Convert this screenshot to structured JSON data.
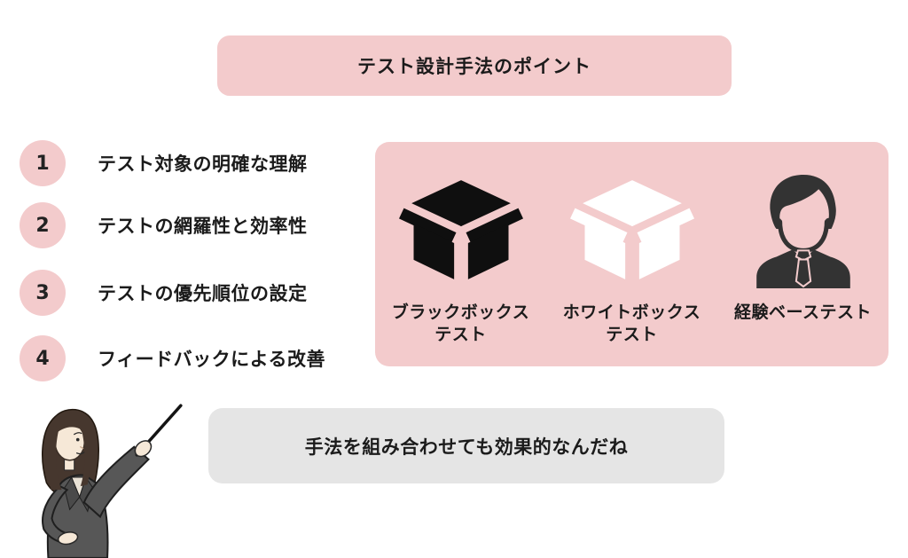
{
  "colors": {
    "accent_pink": "#f3cbcc",
    "bubble_gray": "#e5e5e5",
    "text": "#1b1b1b",
    "box_black": "#0f0f0f",
    "box_white": "#ffffff",
    "person_dark": "#333333"
  },
  "header": {
    "title": "テスト設計手法のポイント"
  },
  "points": [
    {
      "number": "1",
      "label": "テスト対象の明確な理解"
    },
    {
      "number": "2",
      "label": "テストの網羅性と効率性"
    },
    {
      "number": "3",
      "label": "テストの優先順位の設定"
    },
    {
      "number": "4",
      "label": "フィードバックによる改善"
    }
  ],
  "methods_panel": {
    "items": [
      {
        "icon": "open-box-black-icon",
        "label": "ブラックボックス\nテスト"
      },
      {
        "icon": "open-box-white-icon",
        "label": "ホワイトボックス\nテスト"
      },
      {
        "icon": "business-person-icon",
        "label": "経験ベーステスト"
      }
    ]
  },
  "speech_bubble": {
    "text": "手法を組み合わせても効果的なんだね"
  }
}
